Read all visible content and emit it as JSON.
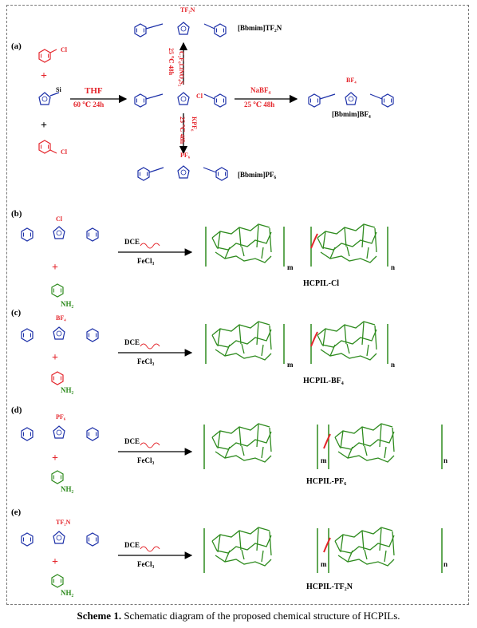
{
  "panels": {
    "a": "(a)",
    "b": "(b)",
    "c": "(c)",
    "d": "(d)",
    "e": "(e)"
  },
  "part_a": {
    "thf": "THF",
    "thf_cond": "60 ℃ 24h",
    "tf2n_reagent": "C₂F₆LiNO₄S₂",
    "tf2n_cond": "25 ℃ 48h",
    "bf4_reagent": "NaBF₄",
    "bf4_cond": "25 ℃ 48h",
    "pf6_reagent": "KPF₆",
    "pf6_cond": "25 ℃ 48h",
    "name_tf2n": "[Bbmim]TF₂N",
    "name_bf4": "[Bbmim]BF₄",
    "name_pf6": "[Bbmim]PF₆",
    "si_label": "Si",
    "cl_label": "Cl"
  },
  "reaction": {
    "solvent": "DCE",
    "catalyst": "FeCl₃",
    "amine": "NH₂"
  },
  "polymers": {
    "b": "HCPIL-Cl",
    "c": "HCPIL-BF₄",
    "d": "HCPIL-PF₆",
    "e": "HCPIL-TF₂N"
  },
  "anions": {
    "cl": "Cl",
    "bf4": "BF₄",
    "pf6": "PF₆",
    "tf2n": "TF₂N"
  },
  "subscripts": {
    "m": "m",
    "n": "n"
  },
  "caption": {
    "bold": "Scheme 1.",
    "text": " Schematic diagram of the proposed chemical structure of HCPILs."
  },
  "colors": {
    "blue": "#1b2fa8",
    "red": "#e4262c",
    "green": "#2e8b1e"
  }
}
